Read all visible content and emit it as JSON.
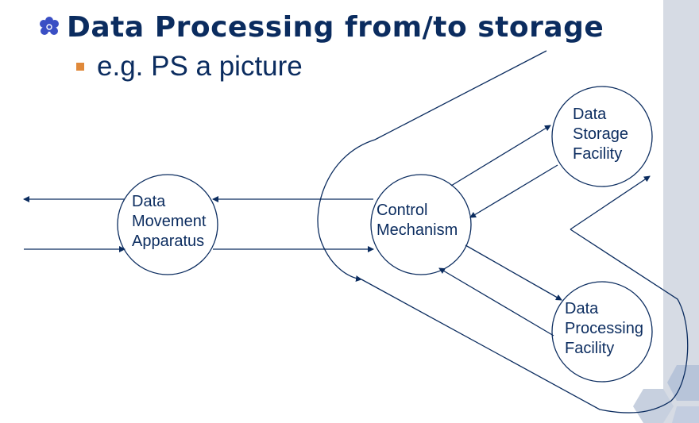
{
  "slide": {
    "title": "Data Processing from/to storage",
    "subtitle": "e.g. PS a picture"
  },
  "diagram": {
    "nodes": {
      "movement": "Data\nMovement\nApparatus",
      "control": "Control\nMechanism",
      "storage": "Data\nStorage\nFacility",
      "processing": "Data\nProcessing\nFacility"
    }
  },
  "colors": {
    "title": "#0b2c5f",
    "line": "#0b2c5f",
    "bullet": "#e0893a",
    "sidebar": "#d6dbe4",
    "title_bullet": "#3a4fc4"
  },
  "icons": {
    "title_bullet": "flower-bullet-icon",
    "sub_bullet": "square-bullet-icon"
  }
}
